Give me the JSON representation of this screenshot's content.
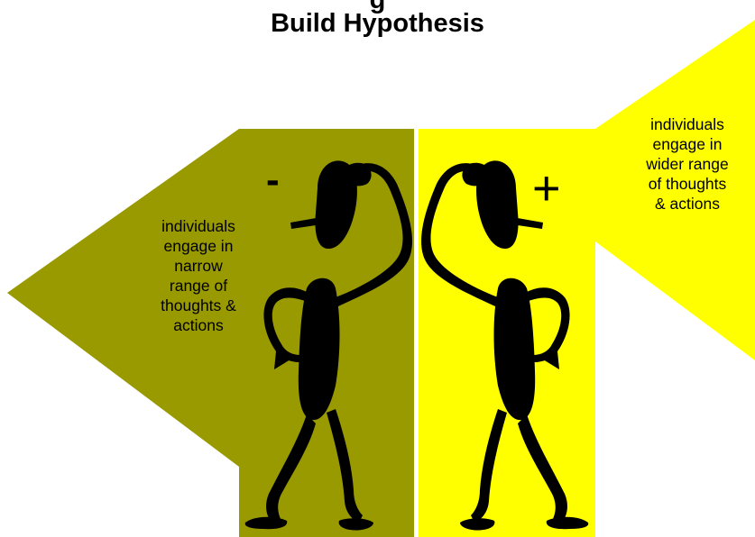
{
  "title": {
    "partial_top_line": "g",
    "main_line": "Build Hypothesis"
  },
  "negative": {
    "sign": "-",
    "caption": "individuals\nengage in\nnarrow\nrange of\nthoughts &\nactions",
    "color": "#999900"
  },
  "positive": {
    "sign": "+",
    "caption": "individuals\nengage in\nwider range\nof thoughts\n& actions",
    "color": "#ffff00"
  },
  "figure_color": "#000000"
}
